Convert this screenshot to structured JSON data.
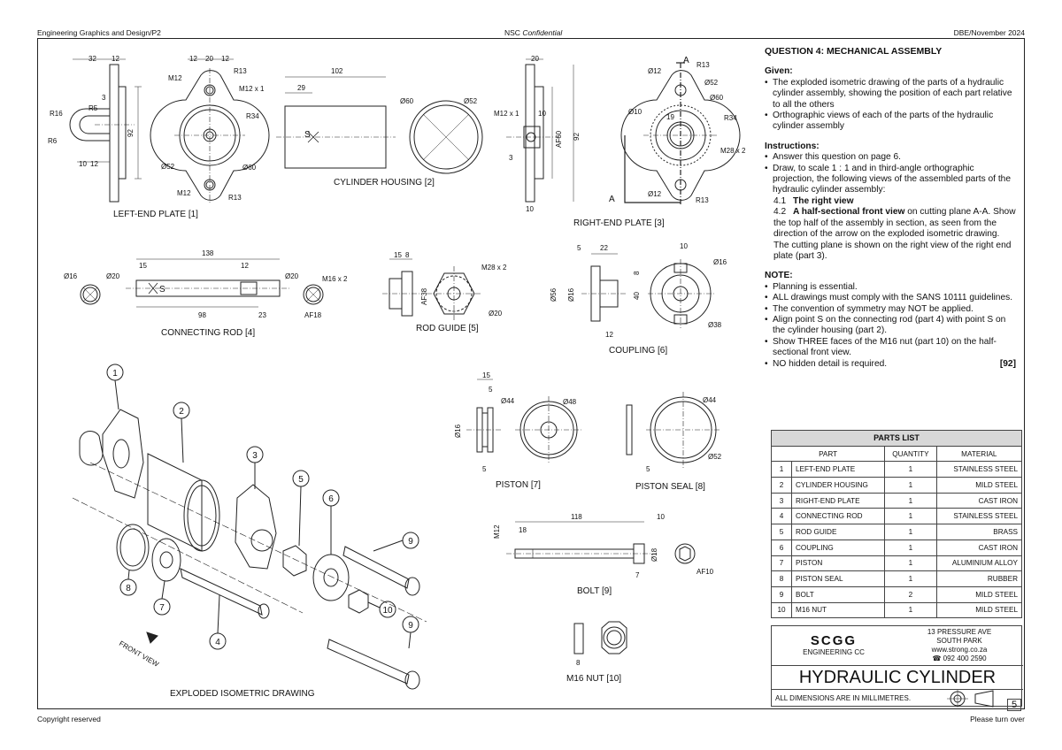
{
  "header": {
    "left": "Engineering Graphics and Design/P2",
    "center_a": "NSC ",
    "center_b": "Confidential",
    "right": "DBE/November 2024"
  },
  "footer": {
    "left": "Copyright reserved",
    "right": "Please turn over"
  },
  "question": {
    "title": "QUESTION 4:  MECHANICAL ASSEMBLY",
    "given_heading": "Given:",
    "given": [
      "The exploded isometric drawing of the parts of a hydraulic cylinder assembly, showing the position of each part relative to all the others",
      "Orthographic views of each of the parts of the hydraulic cylinder assembly"
    ],
    "instructions_heading": "Instructions:",
    "instructions": [
      "Answer this question on page 6.",
      "Draw, to scale 1 : 1 and in third-angle orthographic projection, the following views of the assembled parts of the hydraulic cylinder assembly:"
    ],
    "sub": [
      {
        "num": "4.1",
        "title": "The right view",
        "desc": ""
      },
      {
        "num": "4.2",
        "title": "A half-sectional front view",
        "desc": " on cutting plane A-A. Show the top half of the assembly in section, as seen from the direction of the arrow on the exploded isometric drawing. The cutting plane is shown on the right view of the right end plate (part 3)."
      }
    ],
    "note_heading": "NOTE:",
    "notes": [
      "Planning is essential.",
      "ALL drawings must comply with the SANS 10111 guidelines.",
      "The convention of symmetry may NOT be applied.",
      "Align point S on the connecting rod (part 4) with point S on the cylinder housing (part 2).",
      "Show THREE faces of the M16 nut (part 10) on the half-sectional front view.",
      "NO hidden detail is required."
    ],
    "marks": "[92]"
  },
  "parts_list": {
    "caption": "PARTS LIST",
    "headers": [
      "PART",
      "QUANTITY",
      "MATERIAL"
    ],
    "rows": [
      [
        "1",
        "LEFT-END PLATE",
        "1",
        "STAINLESS STEEL"
      ],
      [
        "2",
        "CYLINDER HOUSING",
        "1",
        "MILD STEEL"
      ],
      [
        "3",
        "RIGHT-END PLATE",
        "1",
        "CAST IRON"
      ],
      [
        "4",
        "CONNECTING ROD",
        "1",
        "STAINLESS STEEL"
      ],
      [
        "5",
        "ROD GUIDE",
        "1",
        "BRASS"
      ],
      [
        "6",
        "COUPLING",
        "1",
        "CAST IRON"
      ],
      [
        "7",
        "PISTON",
        "1",
        "ALUMINIUM ALLOY"
      ],
      [
        "8",
        "PISTON SEAL",
        "1",
        "RUBBER"
      ],
      [
        "9",
        "BOLT",
        "2",
        "MILD STEEL"
      ],
      [
        "10",
        "M16 NUT",
        "1",
        "MILD STEEL"
      ]
    ]
  },
  "title_block": {
    "company": "SCGG",
    "company_sub": "ENGINEERING CC",
    "address": [
      "13 PRESSURE AVE",
      "SOUTH PARK",
      "www.strong.co.za",
      "☎ 092 400 2590"
    ],
    "title": "HYDRAULIC CYLINDER",
    "units_note": "ALL DIMENSIONS ARE IN MILLIMETRES.",
    "page": "5"
  },
  "labels": {
    "left_end_plate": "LEFT-END PLATE [1]",
    "cylinder_housing": "CYLINDER HOUSING [2]",
    "right_end_plate": "RIGHT-END PLATE [3]",
    "connecting_rod": "CONNECTING ROD [4]",
    "rod_guide": "ROD GUIDE [5]",
    "coupling": "COUPLING [6]",
    "piston": "PISTON [7]",
    "piston_seal": "PISTON SEAL [8]",
    "bolt": "BOLT [9]",
    "m16_nut": "M16 NUT [10]",
    "exploded": "EXPLODED ISOMETRIC DRAWING",
    "front_view": "FRONT VIEW"
  },
  "dims": {
    "lep": [
      "32",
      "12",
      "3",
      "R5",
      "R16",
      "R6",
      "10",
      "12",
      "92",
      "12",
      "20",
      "12",
      "M12",
      "R13",
      "M12 x 1",
      "R34",
      "Ø52",
      "Ø60",
      "M12",
      "R13"
    ],
    "ch": [
      "102",
      "29",
      "S",
      "Ø60",
      "Ø52"
    ],
    "rep": [
      "20",
      "M12 x 1",
      "10",
      "3",
      "AF60",
      "92",
      "10",
      "A",
      "A",
      "Ø12",
      "R13",
      "Ø52",
      "Ø60",
      "Ø10",
      "19",
      "R34",
      "M28 x 2",
      "Ø12",
      "R13"
    ],
    "cr": [
      "138",
      "15",
      "12",
      "Ø16",
      "Ø20",
      "S",
      "98",
      "23",
      "Ø20",
      "M16 x 2",
      "AF18"
    ],
    "rg": [
      "15",
      "8",
      "AF38",
      "M28 x 2",
      "Ø20"
    ],
    "cp": [
      "5",
      "22",
      "8",
      "Ø56",
      "Ø16",
      "40",
      "12",
      "10",
      "Ø16",
      "Ø38"
    ],
    "ps": [
      "15",
      "5",
      "Ø44",
      "Ø48",
      "Ø16",
      "5"
    ],
    "seal": [
      "Ø44",
      "5",
      "Ø52"
    ],
    "bolt": [
      "118",
      "10",
      "M12",
      "18",
      "Ø18",
      "7",
      "AF10"
    ],
    "nut": [
      "8"
    ],
    "balloons": [
      "1",
      "2",
      "3",
      "5",
      "6",
      "9",
      "8",
      "7",
      "4",
      "10",
      "9"
    ]
  }
}
